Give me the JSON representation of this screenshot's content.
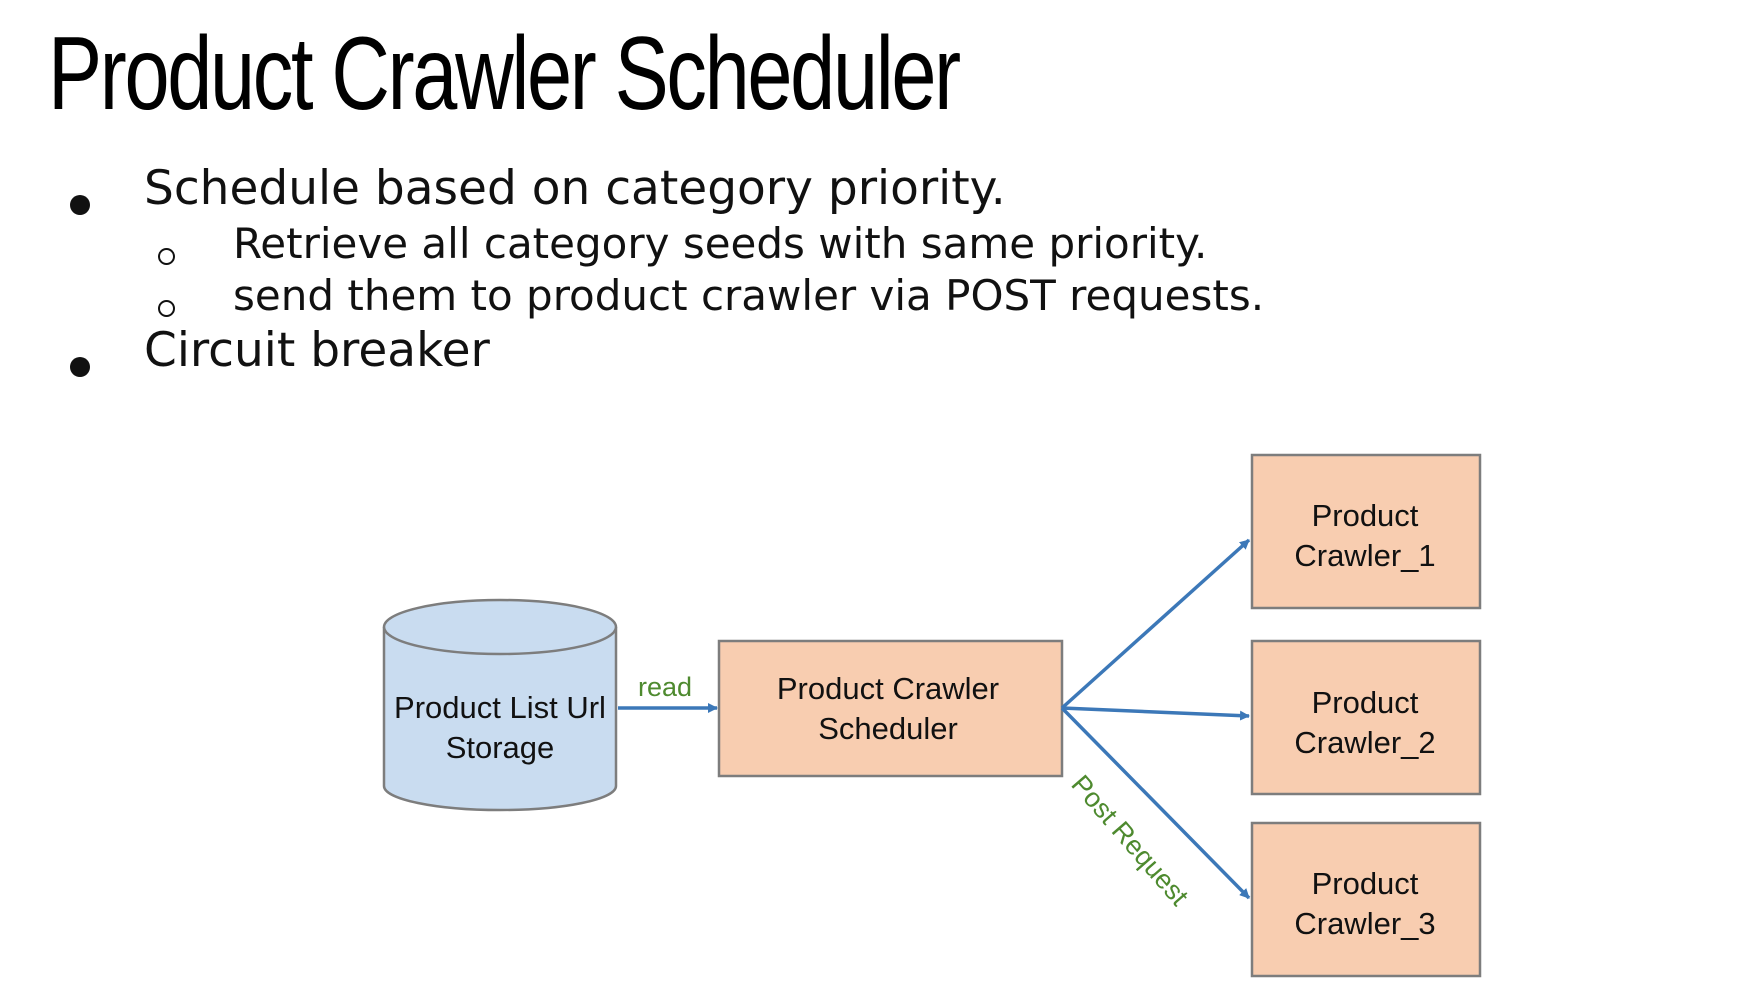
{
  "slide": {
    "title": "Product Crawler Scheduler"
  },
  "bullets": [
    {
      "level": 1,
      "text": "Schedule based on category priority."
    },
    {
      "level": 2,
      "text": "Retrieve all category seeds with same priority."
    },
    {
      "level": 2,
      "text": "send them to product crawler via POST requests."
    },
    {
      "level": 1,
      "text": "Circuit breaker"
    }
  ],
  "diagram": {
    "storage": {
      "line1": "Product List Url",
      "line2": "Storage"
    },
    "scheduler": {
      "line1": "Product Crawler",
      "line2": "Scheduler"
    },
    "crawlers": [
      {
        "line1": "Product",
        "line2": "Crawler_1"
      },
      {
        "line1": "Product",
        "line2": "Crawler_2"
      },
      {
        "line1": "Product",
        "line2": "Crawler_3"
      }
    ],
    "edge_read_label": "read",
    "edge_post_label": "Post Request",
    "colors": {
      "storage_fill": "#c9dcf0",
      "node_fill": "#f8cdb0",
      "node_stroke": "#7d7d7d",
      "arrow": "#3c78b8",
      "edge_label": "#4e8a2f"
    }
  }
}
